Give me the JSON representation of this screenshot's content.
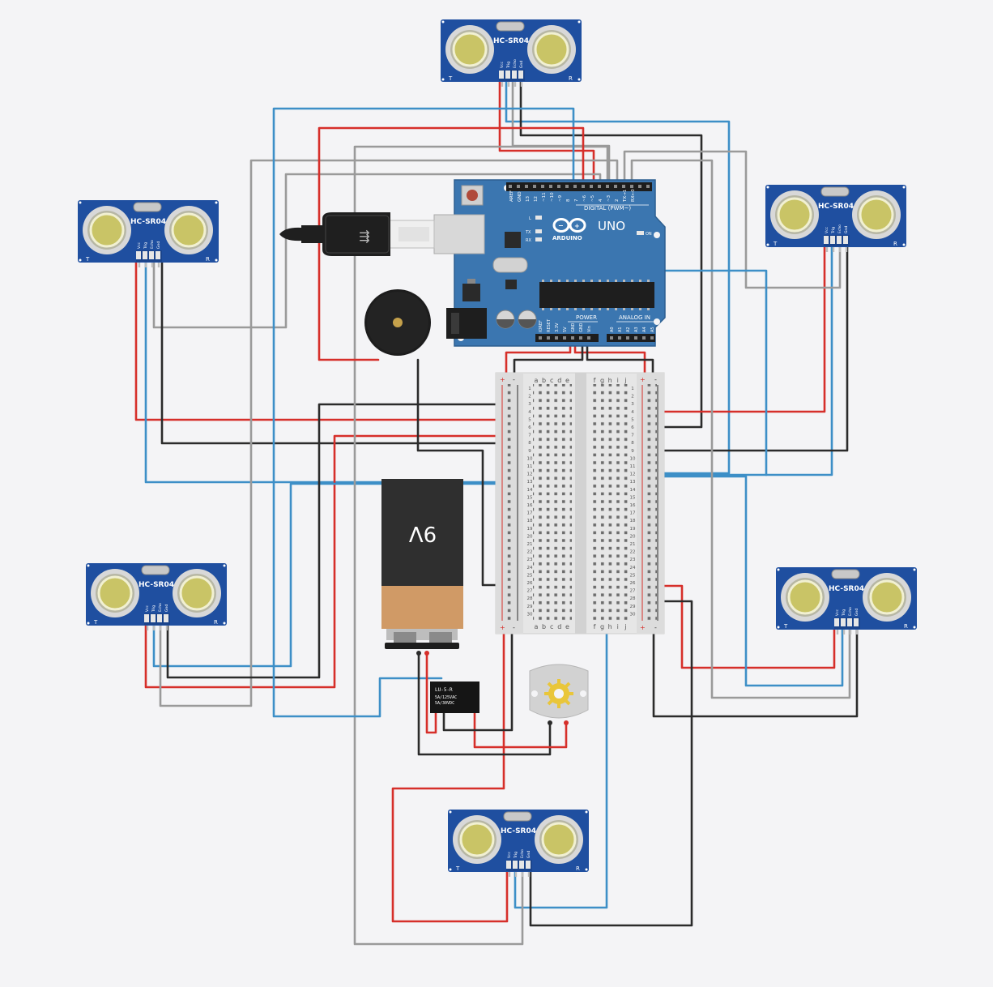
{
  "colors": {
    "background": "#f4f4f6",
    "wire_red": "#d62f2a",
    "wire_black": "#2b2b2b",
    "wire_blue": "#3d8fc7",
    "wire_gray": "#9a9a9a",
    "pcb_blue": "#1f4fa0",
    "arduino_blue": "#3b76b0",
    "battery_black": "#2f2f2f",
    "battery_copper": "#d09a66"
  },
  "sensor": {
    "title": "HC-SR04",
    "pins": [
      "Vcc",
      "Trig",
      "Echo",
      "Gnd"
    ],
    "left_mark": "T",
    "right_mark": "R"
  },
  "arduino": {
    "logo": "ARDUINO",
    "model": "UNO",
    "digital_label": "DIGITAL (PWM~)",
    "power_label": "POWER",
    "analog_label": "ANALOG IN",
    "on_label": "ON",
    "led_labels": [
      "L",
      "TX",
      "RX"
    ],
    "top_pins": [
      "AREF",
      "GND",
      "13",
      "12",
      "~11",
      "~10",
      "~9",
      "8",
      "7",
      "~6",
      "~5",
      "4",
      "~3",
      "2",
      "TX→1",
      "RX←0"
    ],
    "power_pins": [
      "IOREF",
      "RESET",
      "3.3V",
      "5V",
      "GND",
      "GND",
      "Vin"
    ],
    "analog_pins": [
      "A0",
      "A1",
      "A2",
      "A3",
      "A4",
      "A5"
    ]
  },
  "breadboard": {
    "columns_left": [
      "a",
      "b",
      "c",
      "d",
      "e"
    ],
    "columns_right": [
      "f",
      "g",
      "h",
      "i",
      "j"
    ],
    "rail_plus": "+",
    "rail_minus": "-",
    "rows": [
      "1",
      "2",
      "3",
      "4",
      "5",
      "6",
      "7",
      "8",
      "9",
      "10",
      "11",
      "12",
      "13",
      "14",
      "15",
      "16",
      "17",
      "18",
      "19",
      "20",
      "21",
      "22",
      "23",
      "24",
      "25",
      "26",
      "27",
      "28",
      "29",
      "30"
    ]
  },
  "battery": {
    "label": "9V"
  },
  "relay": {
    "line1": "LU-5-R",
    "line2": "5A/125VAC",
    "line3": "5A/30VDC"
  }
}
